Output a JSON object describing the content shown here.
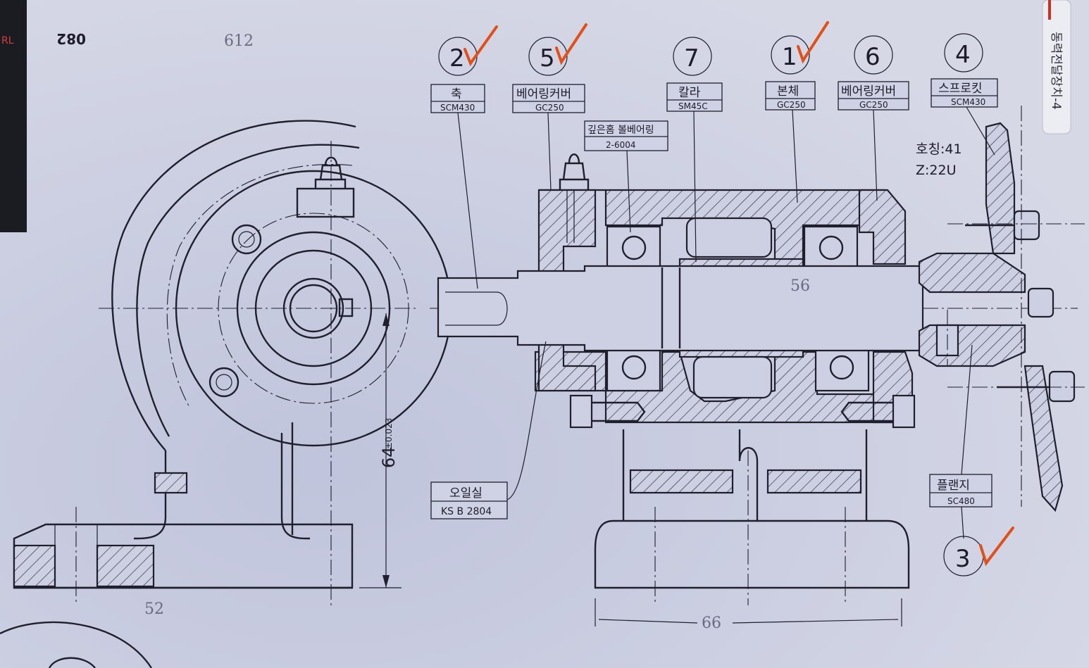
{
  "page_number": "082",
  "side_tab": "동력전달장치-4",
  "edge_text": "RL",
  "parts": [
    {
      "num": "2",
      "name": "축",
      "material": "SCM430",
      "checked": true
    },
    {
      "num": "5",
      "name": "베어링커버",
      "material": "GC250",
      "checked": true
    },
    {
      "num": "7",
      "name": "칼라",
      "material": "SM45C",
      "checked": false
    },
    {
      "num": "1",
      "name": "본체",
      "material": "GC250",
      "checked": true
    },
    {
      "num": "6",
      "name": "베어링커버",
      "material": "GC250",
      "checked": false
    },
    {
      "num": "4",
      "name": "스프로킷",
      "material": "SCM430",
      "checked": false
    },
    {
      "num": "3",
      "name": "플랜지",
      "material": "SC480",
      "checked": true
    }
  ],
  "bearing_label": {
    "name": "깊은홈 볼베어링",
    "spec": "2-6004"
  },
  "oil_seal_label": {
    "name": "오일실",
    "spec": "KS B 2804"
  },
  "sprocket_spec": {
    "pitch": "호칭:41",
    "teeth": "Z:22U"
  },
  "dimension_main": "64",
  "dimension_tol": "±0.023",
  "pencil_notes": [
    "66",
    "52",
    "56",
    "612"
  ],
  "colors": {
    "check": "#e0501a",
    "ink": "#1f1f2e",
    "paper": "#c9ccdf"
  }
}
